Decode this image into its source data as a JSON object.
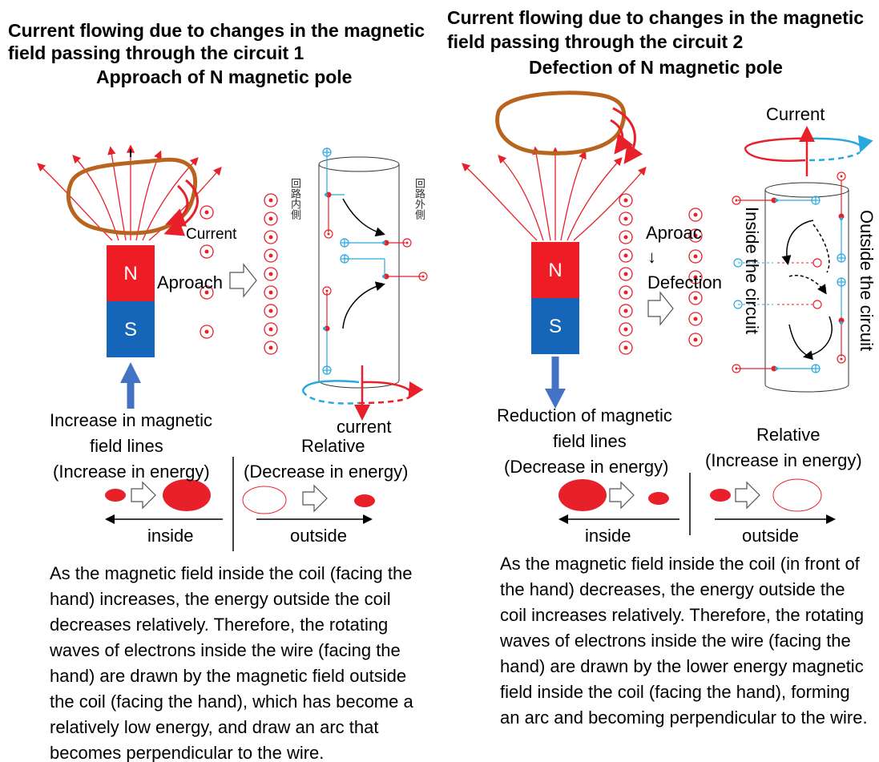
{
  "left_panel": {
    "title_line1": "Current flowing due to changes in the magnetic",
    "title_line2": "field passing through the circuit 1",
    "subtitle": "Approach of N magnetic pole",
    "pole_n": "N",
    "pole_s": "S",
    "label_current": "Current",
    "label_approach": "Aproach",
    "vert_inside": "回路内側",
    "vert_outside": "回路外側",
    "label_current_lower": "current",
    "increase_line1": "Increase in magnetic",
    "increase_line2": "field lines",
    "increase_energy": "(Increase in energy)",
    "relative": "Relative",
    "decrease_energy": "(Decrease in energy)",
    "inside": "inside",
    "outside": "outside",
    "paragraph": "As the magnetic field inside the coil (facing the hand) increases, the energy outside the coil decreases relatively. Therefore, the rotating waves of electrons inside the wire (facing the hand) are drawn by the magnetic field outside the coil (facing the hand), which has become a relatively low energy, and draw an arc that becomes perpendicular to the wire."
  },
  "right_panel": {
    "title_line1": "Current flowing due to changes in the magnetic",
    "title_line2": "field passing through the circuit 2",
    "subtitle": "Defection of N magnetic pole",
    "pole_n": "N",
    "pole_s": "S",
    "label_current": "Current",
    "label_aproac": "Aproac",
    "label_arrow_down": "↓",
    "label_defection": "Defection",
    "vert_inside": "Inside the circuit",
    "vert_outside": "Outside the circuit",
    "reduction_line1": "Reduction of magnetic",
    "reduction_line2": "field lines",
    "decrease_energy": "(Decrease in energy)",
    "relative": "Relative",
    "increase_energy": "(Increase in energy)",
    "inside": "inside",
    "outside": "outside",
    "paragraph": "As the magnetic field inside the coil (in front of the hand) decreases, the energy outside the coil increases relatively. Therefore, the rotating waves of electrons inside the wire (facing the hand) are drawn by the lower energy magnetic field inside the coil (facing the hand), forming an arc and becoming perpendicular to the wire."
  },
  "colors": {
    "pole_n": "#ee1c25",
    "pole_s": "#1565b8",
    "field": "#e8202a",
    "coil": "#b8631e",
    "blue_arrow": "#4472c4",
    "cyan": "#29a8e0"
  }
}
